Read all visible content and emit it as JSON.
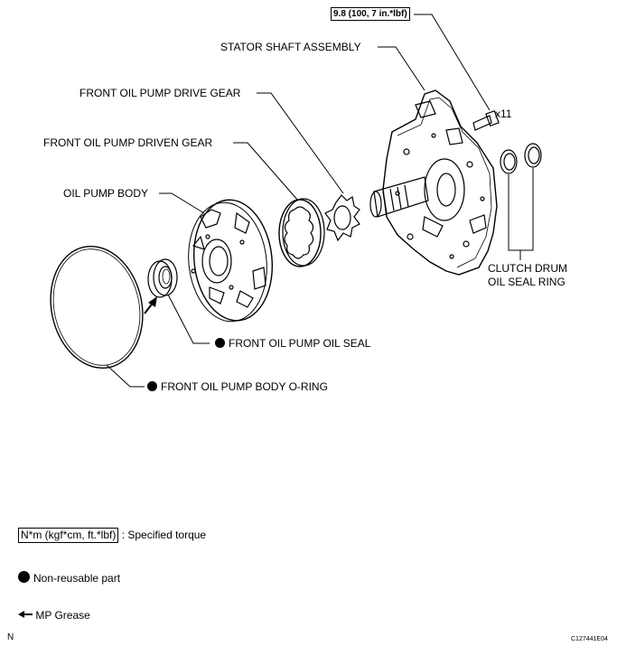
{
  "labels": {
    "torque_spec": "9.8 (100, 7 in.*lbf)",
    "stator_shaft": "STATOR SHAFT ASSEMBLY",
    "drive_gear": "FRONT OIL PUMP DRIVE GEAR",
    "driven_gear": "FRONT OIL PUMP DRIVEN GEAR",
    "pump_body": "OIL PUMP BODY",
    "bolt_qty": "x11",
    "clutch_ring_line1": "CLUTCH DRUM",
    "clutch_ring_line2": "OIL SEAL RING",
    "oil_seal": "FRONT OIL PUMP OIL SEAL",
    "o_ring": "FRONT OIL PUMP BODY O-RING"
  },
  "legend": {
    "torque_unit": "N*m (kgf*cm, ft.*lbf)",
    "torque_desc": ": Specified torque",
    "nonreusable": "Non-reusable part",
    "grease": "MP Grease"
  },
  "footer": {
    "corner_left": "N",
    "figure_code": "C127441E04"
  }
}
